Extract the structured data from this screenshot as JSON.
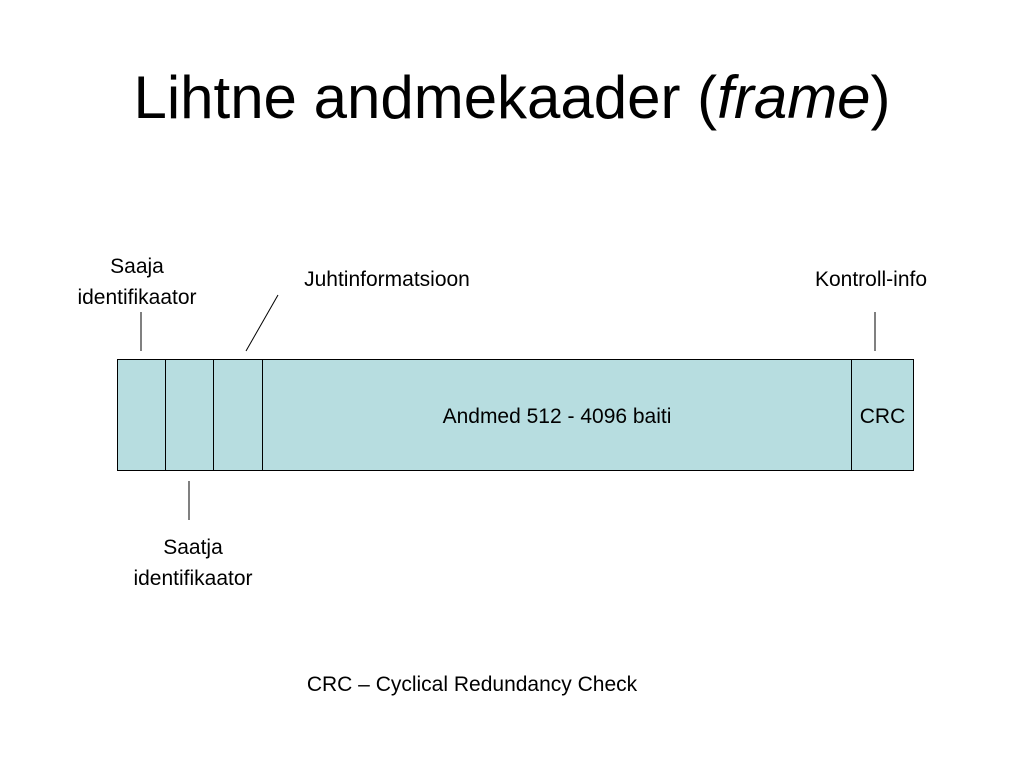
{
  "title": {
    "text": "Lihtne andmekaader (",
    "emphasis": "frame",
    "close": ")"
  },
  "labels": {
    "receiver_id": [
      "Saaja",
      "identifikaator"
    ],
    "control_info": "Juhtinformatsioon",
    "check_info": "Kontroll-info",
    "sender_id": [
      "Saatja",
      "identifikaator"
    ]
  },
  "frame": {
    "data_field": "Andmed 512 - 4096 baiti",
    "crc_field": "CRC",
    "fill_color": "#b7dde0"
  },
  "footnote": "CRC – Cyclical Redundancy Check"
}
